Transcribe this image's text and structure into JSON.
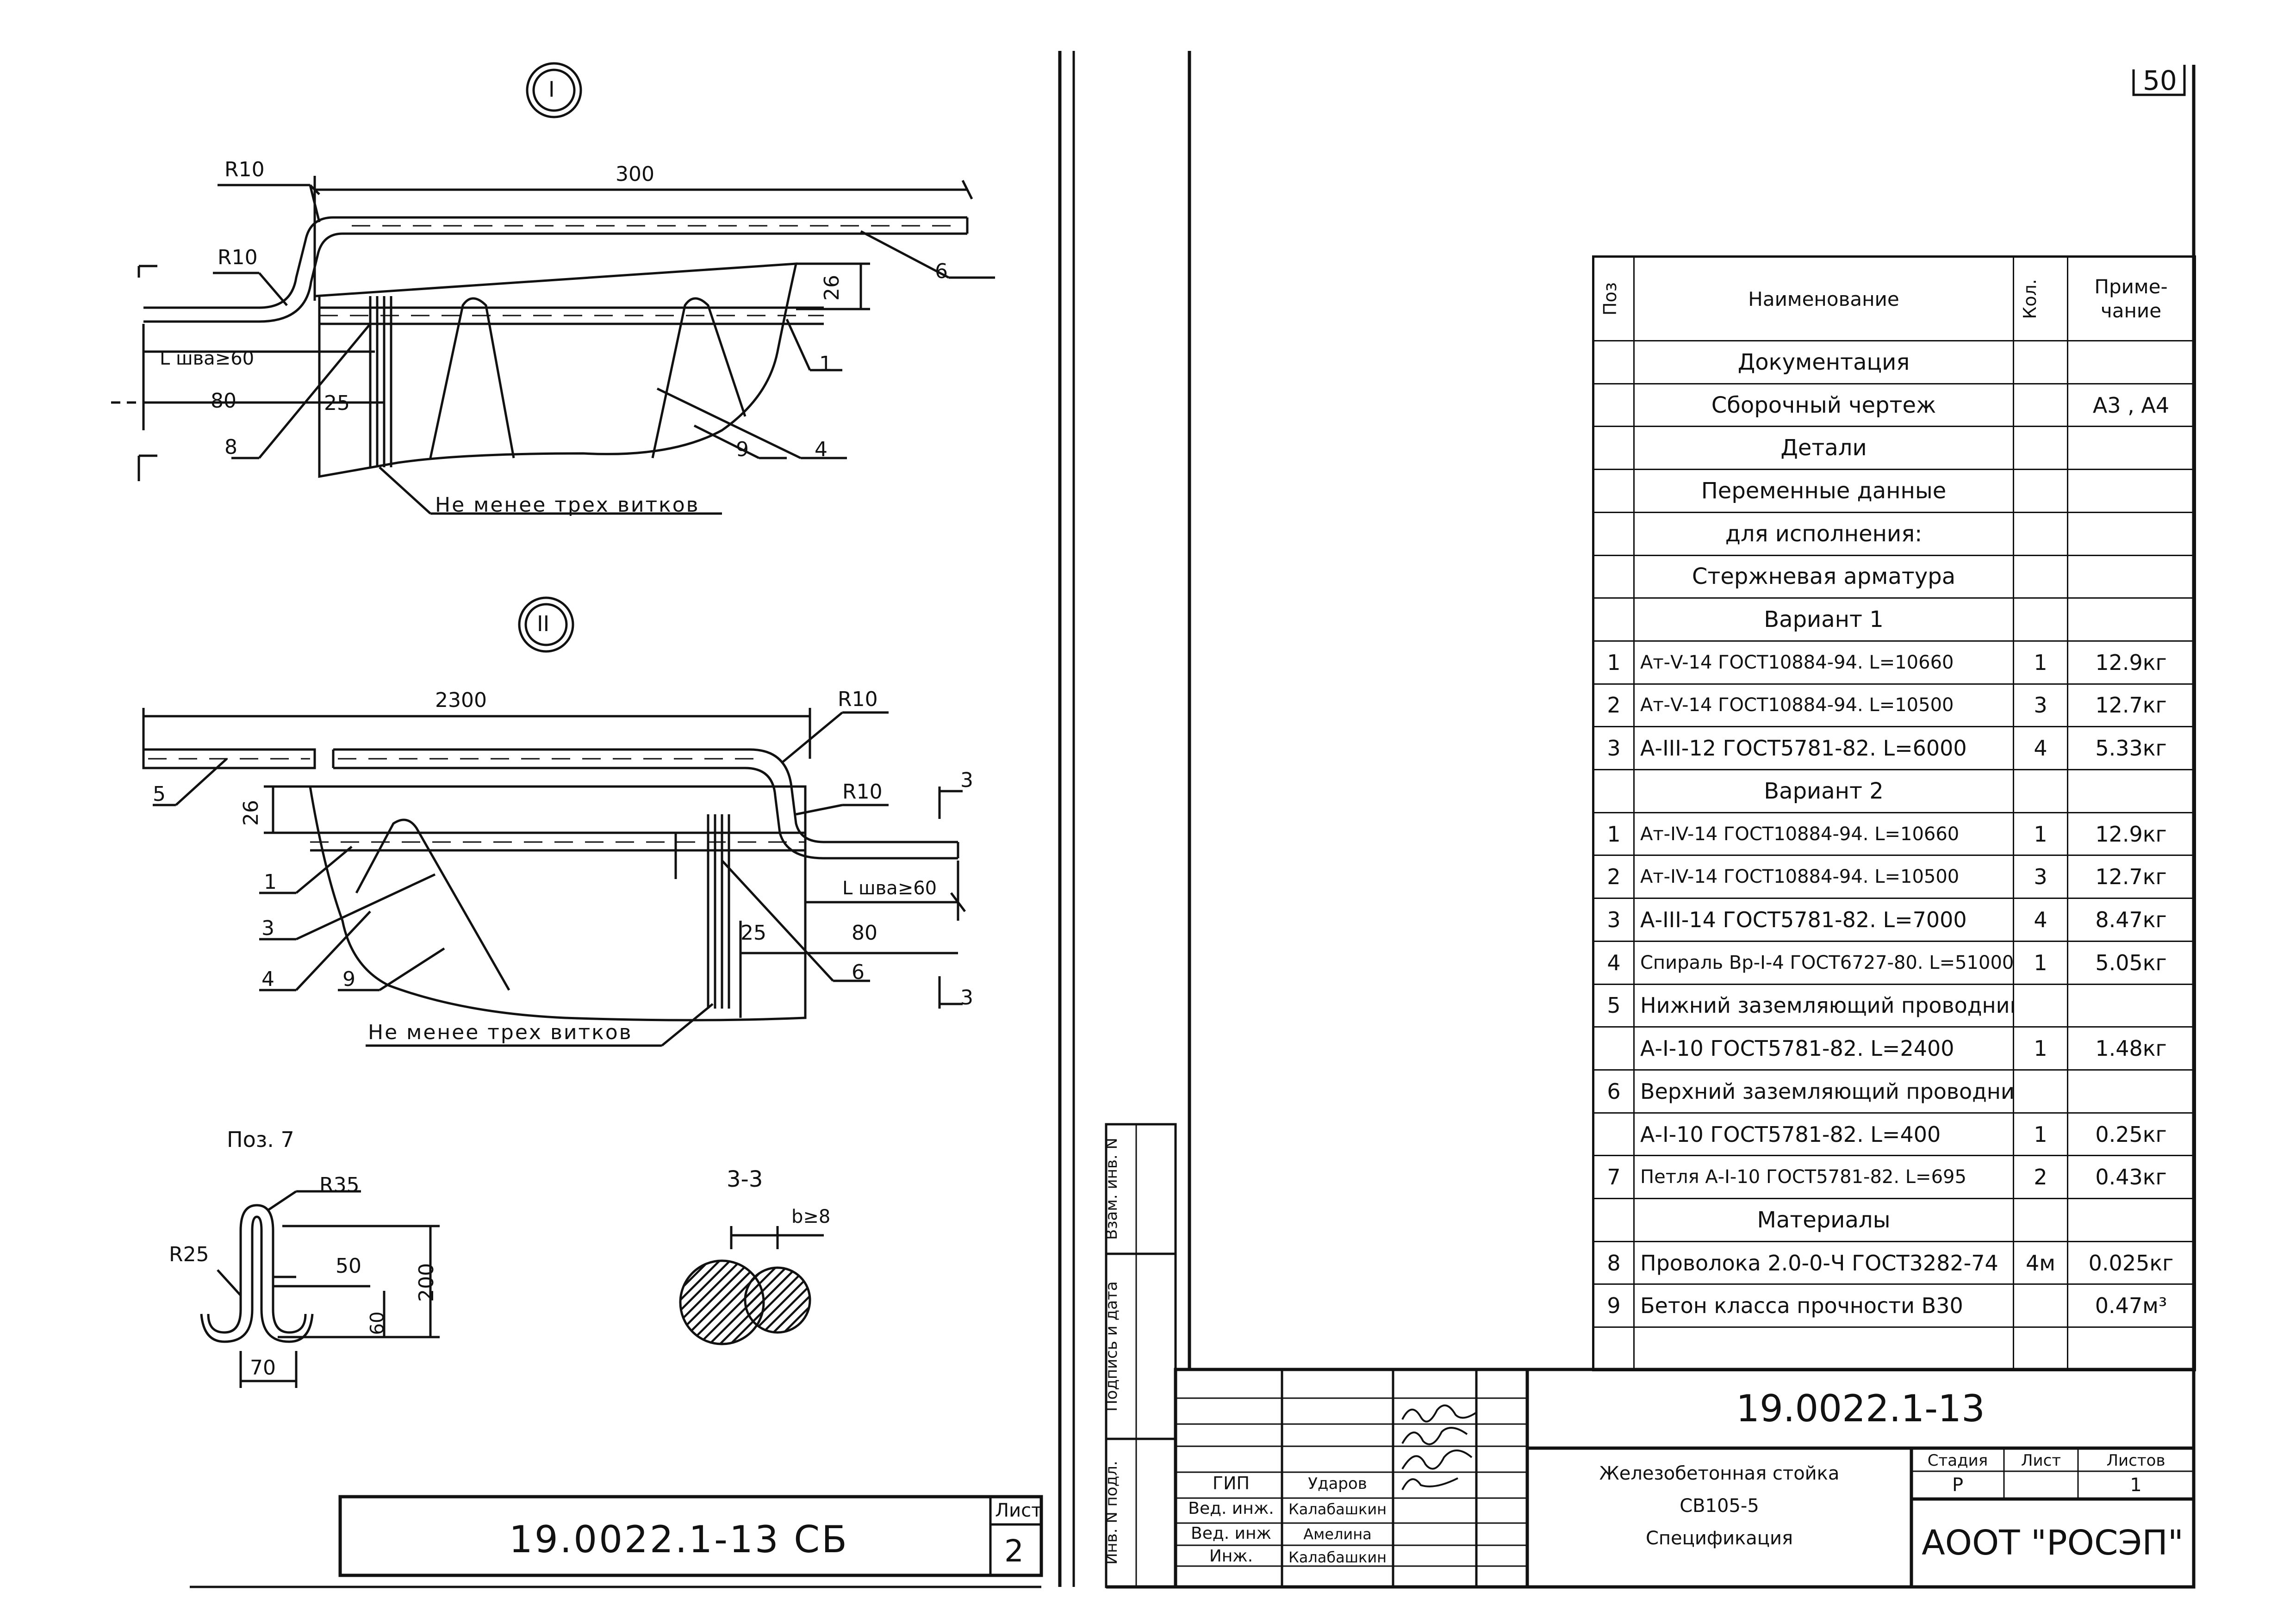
{
  "page_number": "50",
  "left_sheet": {
    "view_I": {
      "marker": "I",
      "dims": {
        "len300": "300",
        "r10_top": "R10",
        "r10_low": "R10",
        "lweld": "L шва≥60",
        "d80": "80",
        "d25": "25",
        "d26": "26"
      },
      "callouts": {
        "c6": "6",
        "c1": "1",
        "c8": "8",
        "c9": "9",
        "c4": "4"
      },
      "note": "Не менее трех витков"
    },
    "view_II": {
      "marker": "II",
      "dims": {
        "len2300": "2300",
        "r10_top": "R10",
        "r10_low": "R10",
        "lweld": "L шва≥60",
        "d25": "25",
        "d80": "80",
        "d26": "26"
      },
      "callouts": {
        "c5": "5",
        "c1": "1",
        "c3": "3",
        "c4": "4",
        "c9": "9",
        "c6": "6"
      },
      "section_marks": {
        "top": "3",
        "bottom": "3"
      },
      "note": "Не менее трех витков"
    },
    "pos7": {
      "title": "Поз. 7",
      "r35": "R35",
      "r25": "R25",
      "d50": "50",
      "d200": "200",
      "d60": "60",
      "d70": "70"
    },
    "section33": {
      "title": "3-3",
      "b": "b≥8"
    },
    "title_block": {
      "code": "19.0022.1-13  СБ",
      "sheet_label": "Лист",
      "sheet_number": "2"
    }
  },
  "spec": {
    "headers": {
      "pos": "Поз",
      "name": "Наименование",
      "qty": "Кол.",
      "note": "Приме-\nчание"
    },
    "rows": [
      {
        "type": "section",
        "name": "Документация"
      },
      {
        "type": "section",
        "name": "Сборочный чертеж",
        "note": "А3 , А4"
      },
      {
        "type": "section",
        "name": "Детали"
      },
      {
        "type": "section",
        "name": "Переменные данные"
      },
      {
        "type": "section",
        "name": "для исполнения:"
      },
      {
        "type": "section",
        "name": "Стержневая арматура"
      },
      {
        "type": "section",
        "name": "Вариант  1"
      },
      {
        "pos": "1",
        "name": "Ат-V-14  ГОСТ10884-94.  L=10660",
        "qty": "1",
        "note": "12.9кг"
      },
      {
        "pos": "2",
        "name": "Ат-V-14  ГОСТ10884-94.  L=10500",
        "qty": "3",
        "note": "12.7кг"
      },
      {
        "pos": "3",
        "name": "А-III-12  ГОСТ5781-82.  L=6000",
        "qty": "4",
        "note": "5.33кг"
      },
      {
        "type": "section",
        "name": "Вариант  2"
      },
      {
        "pos": "1",
        "name": "Ат-IV-14  ГОСТ10884-94.  L=10660",
        "qty": "1",
        "note": "12.9кг"
      },
      {
        "pos": "2",
        "name": "Ат-IV-14  ГОСТ10884-94.  L=10500",
        "qty": "3",
        "note": "12.7кг"
      },
      {
        "pos": "3",
        "name": "А-III-14  ГОСТ5781-82.  L=7000",
        "qty": "4",
        "note": "8.47кг"
      },
      {
        "pos": "4",
        "name": "Спираль Вр-I-4  ГОСТ6727-80.  L=51000",
        "qty": "1",
        "note": "5.05кг"
      },
      {
        "pos": "5",
        "name": "Нижний заземляющий проводник"
      },
      {
        "name": "А-I-10  ГОСТ5781-82.  L=2400",
        "qty": "1",
        "note": "1.48кг"
      },
      {
        "pos": "6",
        "name": "Верхний заземляющий проводник"
      },
      {
        "name": "А-I-10  ГОСТ5781-82.  L=400",
        "qty": "1",
        "note": "0.25кг"
      },
      {
        "pos": "7",
        "name": "Петля  А-I-10  ГОСТ5781-82.  L=695",
        "qty": "2",
        "note": "0.43кг"
      },
      {
        "type": "section",
        "name": "Материалы"
      },
      {
        "pos": "8",
        "name": "Проволока 2.0-0-Ч  ГОСТ3282-74",
        "qty": "4м",
        "note": "0.025кг"
      },
      {
        "pos": "9",
        "name": "Бетон класса прочности В30",
        "note": "0.47м³"
      },
      {
        "type": "blank"
      }
    ]
  },
  "right_title_block": {
    "code": "19.0022.1-13",
    "name_line1": "Железобетонная стойка",
    "name_line2": "СВ105-5",
    "name_line3": "Спецификация",
    "stage_label": "Стадия",
    "sheet_label": "Лист",
    "sheets_label": "Листов",
    "stage_value": "Р",
    "sheet_value": "",
    "sheets_value": "1",
    "org": "АООТ  \"РОСЭП\"",
    "staff": [
      {
        "role": "ГИП",
        "surname": "Ударов"
      },
      {
        "role": "Вед. инж.",
        "surname": "Калабашкин"
      },
      {
        "role": "Вед. инж",
        "surname": "Амелина"
      },
      {
        "role": "Инж.",
        "surname": "Калабашкин"
      }
    ],
    "side_stamps": {
      "inv_zam": "Взам. инв. N",
      "sign_date": "Подпись и дата",
      "inv_podl": "Инв. N подл."
    }
  }
}
